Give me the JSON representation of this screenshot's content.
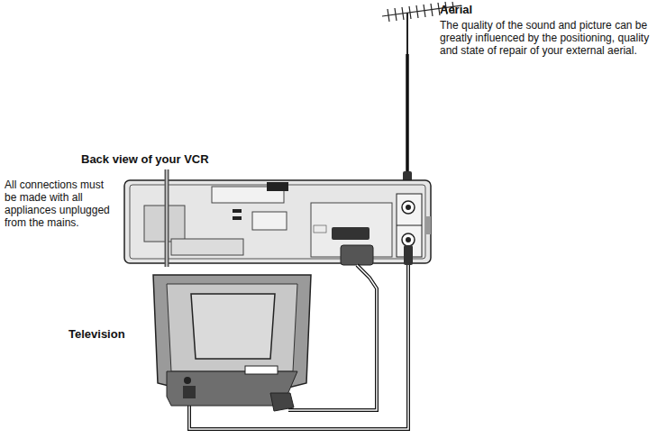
{
  "diagram": {
    "labels": [
      "Aerial",
      "The quality of the sound and picture can be greatly influenced by the positioning, quality and state of repair of your external aerial.",
      "Back view of your VCR",
      "All connections must be made with all appliances unplugged from the mains.",
      "Television"
    ]
  }
}
